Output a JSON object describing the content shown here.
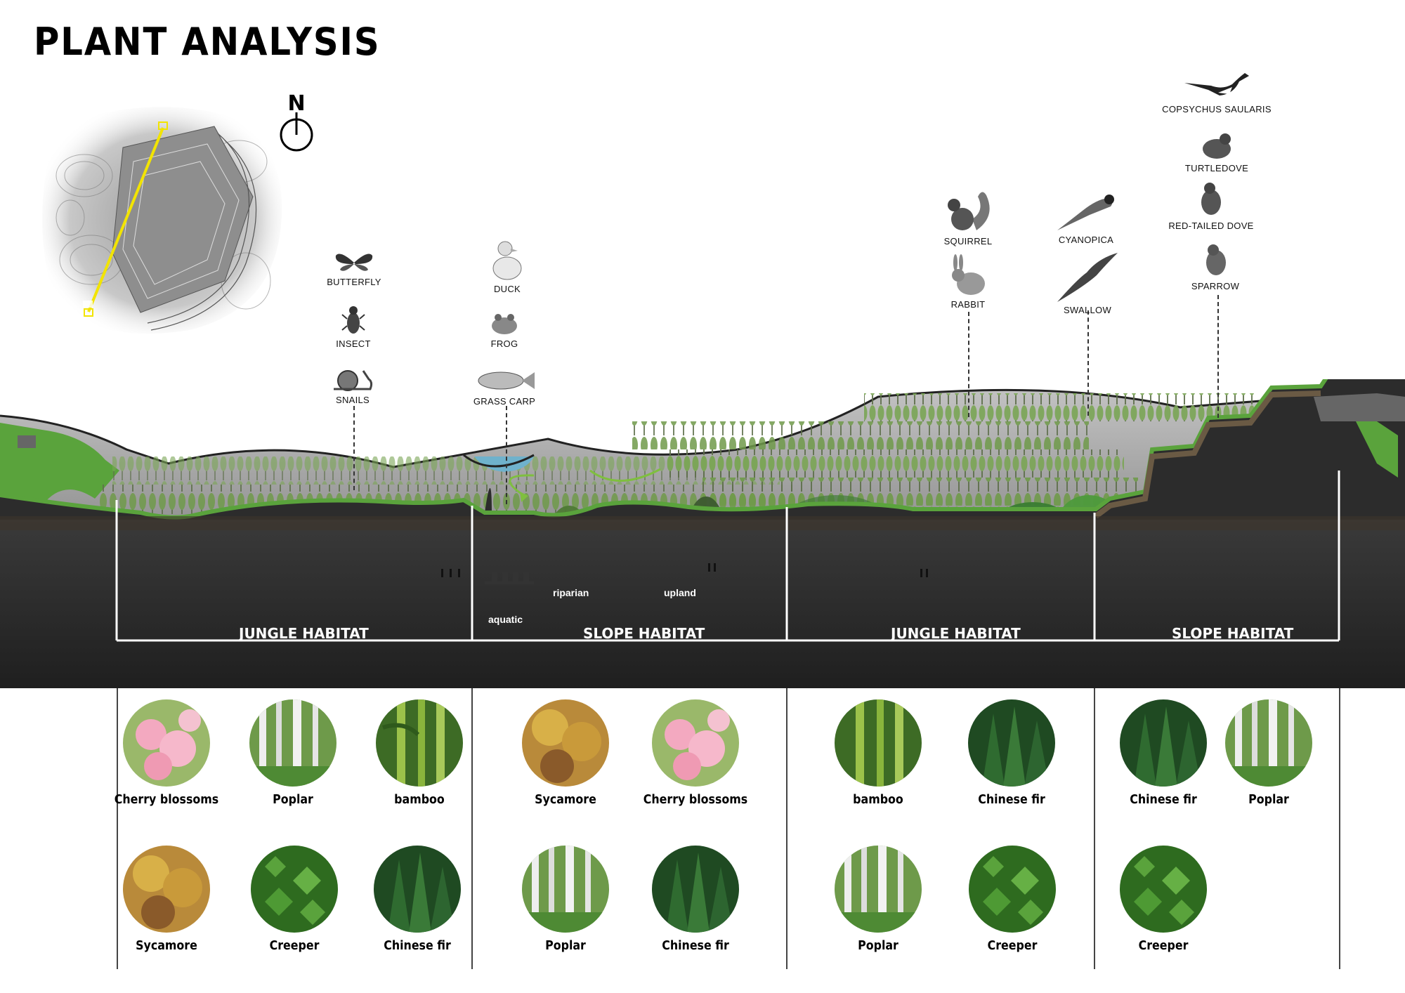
{
  "title": "PLANT  ANALYSIS",
  "north_label": "N",
  "animals": [
    {
      "label": "BUTTERFLY",
      "icon": "butterfly-icon"
    },
    {
      "label": "INSECT",
      "icon": "insect-icon"
    },
    {
      "label": "SNAILS",
      "icon": "snail-icon"
    },
    {
      "label": "DUCK",
      "icon": "duck-icon"
    },
    {
      "label": "FROG",
      "icon": "frog-icon"
    },
    {
      "label": "GRASS CARP",
      "icon": "fish-icon"
    },
    {
      "label": "SQUIRREL",
      "icon": "squirrel-icon"
    },
    {
      "label": "RABBIT",
      "icon": "rabbit-icon"
    },
    {
      "label": "CYANOPICA",
      "icon": "bird-icon"
    },
    {
      "label": "SWALLOW",
      "icon": "swallow-icon"
    },
    {
      "label": "COPSYCHUS SAULARIS",
      "icon": "bird-icon"
    },
    {
      "label": "TURTLEDOVE",
      "icon": "bird-icon"
    },
    {
      "label": "RED-TAILED DOVE",
      "icon": "bird-icon"
    },
    {
      "label": "SPARROW",
      "icon": "bird-icon"
    }
  ],
  "flow_labels": {
    "riparian": "riparian",
    "upland": "upland",
    "aquatic": "aquatic"
  },
  "habitats": [
    {
      "label": "JUNGLE HABITAT"
    },
    {
      "label": "SLOPE HABITAT"
    },
    {
      "label": "JUNGLE HABITAT"
    },
    {
      "label": "SLOPE HABITAT"
    }
  ],
  "plants": [
    {
      "label": "Cherry blossoms",
      "icon": "cherry-blossom-icon"
    },
    {
      "label": "Poplar",
      "icon": "poplar-icon"
    },
    {
      "label": "bamboo",
      "icon": "bamboo-icon"
    },
    {
      "label": "Sycamore",
      "icon": "sycamore-icon"
    },
    {
      "label": "Creeper",
      "icon": "creeper-icon"
    },
    {
      "label": "Chinese fir",
      "icon": "chinese-fir-icon"
    },
    {
      "label": "Sycamore",
      "icon": "sycamore-icon"
    },
    {
      "label": "Cherry blossoms",
      "icon": "cherry-blossom-icon"
    },
    {
      "label": "Poplar",
      "icon": "poplar-icon"
    },
    {
      "label": "Chinese fir",
      "icon": "chinese-fir-icon"
    },
    {
      "label": "bamboo",
      "icon": "bamboo-icon"
    },
    {
      "label": "Chinese fir",
      "icon": "chinese-fir-icon"
    },
    {
      "label": "Poplar",
      "icon": "poplar-icon"
    },
    {
      "label": "Creeper",
      "icon": "creeper-icon"
    },
    {
      "label": "Chinese fir",
      "icon": "chinese-fir-icon"
    },
    {
      "label": "Poplar",
      "icon": "poplar-icon"
    },
    {
      "label": "Creeper",
      "icon": "creeper-icon"
    }
  ],
  "colors": {
    "grass": "#5aa33c",
    "soil": "#2a2a2a",
    "rock": "#a8a8a8",
    "tree": "#6f9a4a",
    "section_line": "#ffffff",
    "site_line": "#f2e400"
  }
}
